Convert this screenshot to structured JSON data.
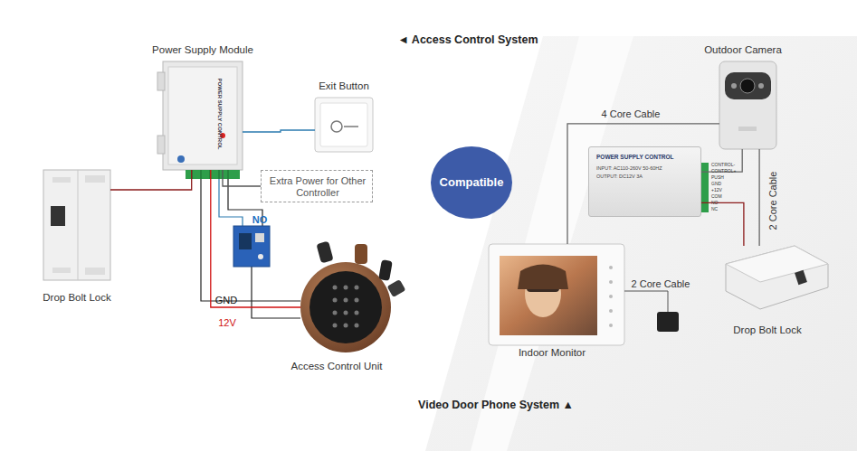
{
  "diagram": {
    "nodes": [
      {
        "text": [
          "Power Supply Module",
          "POWER SUPPLY CONTROL"
        ]
      },
      {
        "text": [
          "Exit Button"
        ]
      },
      {
        "text": [
          "Extra Power for Other Controller"
        ]
      },
      {
        "text": [
          "Drop Bolt Lock"
        ]
      },
      {
        "text": [
          "Access Control Unit"
        ]
      },
      {
        "text": [
          "Compatible"
        ]
      },
      {
        "text": [
          "Outdoor Camera"
        ]
      },
      {
        "text": [
          "POWER SUPPLY CONTROL",
          "INPUT: AC110-260V 50-60HZ",
          "OUTPUT: DC12V 3A"
        ]
      },
      {
        "text": [
          "Indoor Monitor"
        ]
      },
      {
        "text": [
          "Drop Bolt Lock"
        ]
      }
    ],
    "edges": [
      {
        "from": 0,
        "to": 3,
        "arrow": "none"
      },
      {
        "from": 0,
        "to": 1,
        "arrow": "none"
      },
      {
        "from": 0,
        "to": 2,
        "arrow": "none"
      },
      {
        "from": 0,
        "to": 4,
        "arrow": "none"
      },
      {
        "from": 6,
        "to": 8,
        "label": "4 Core Cable",
        "arrow": "none"
      },
      {
        "from": 6,
        "to": 7,
        "arrow": "none"
      },
      {
        "from": 6,
        "to": 9,
        "label": "2 Core Cable",
        "arrow": "none"
      },
      {
        "from": 7,
        "to": 9,
        "arrow": "none"
      }
    ],
    "labels": [
      "◄ Access Control System",
      "NO",
      "GND",
      "12V",
      "CONTROL-",
      "CONTROL+",
      "PUSH",
      "GND",
      "+12V",
      "COM",
      "NO",
      "NC",
      "2 Core Cable",
      "Video Door Phone System ▲"
    ]
  }
}
